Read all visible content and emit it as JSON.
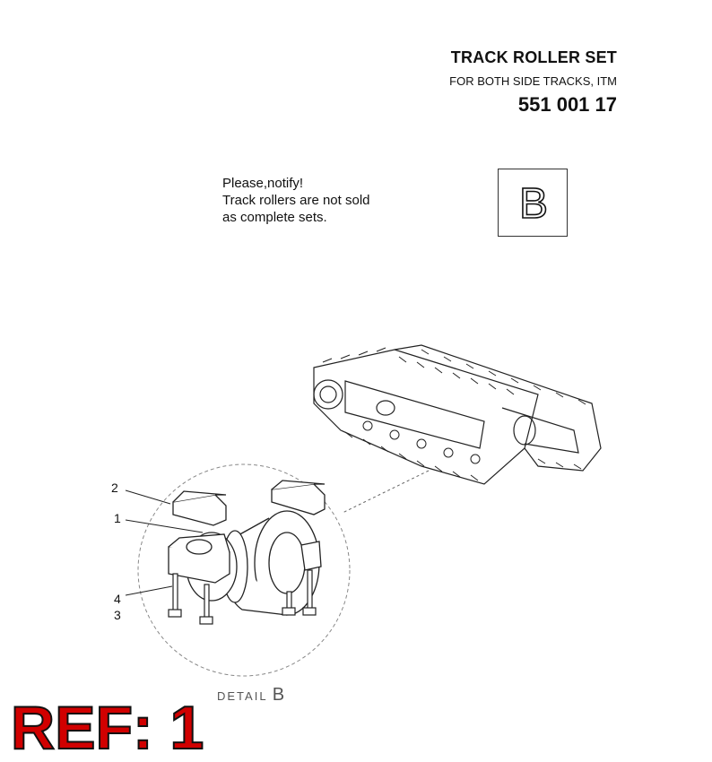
{
  "header": {
    "title": "TRACK ROLLER SET",
    "subtitle": "FOR BOTH SIDE TRACKS, ITM",
    "part_number": "551 001 17"
  },
  "notice": {
    "line1": "Please,notify!",
    "line2": "Track rollers are not sold",
    "line3": "as complete sets."
  },
  "detail_box": {
    "letter": "B"
  },
  "callouts": {
    "c2": "2",
    "c1": "1",
    "c4": "4",
    "c3": "3"
  },
  "detail_caption": {
    "text": "DETAIL",
    "letter": "B"
  },
  "ref_label": "REF: 1",
  "colors": {
    "ref_red": "#d10000",
    "line": "#222222"
  }
}
